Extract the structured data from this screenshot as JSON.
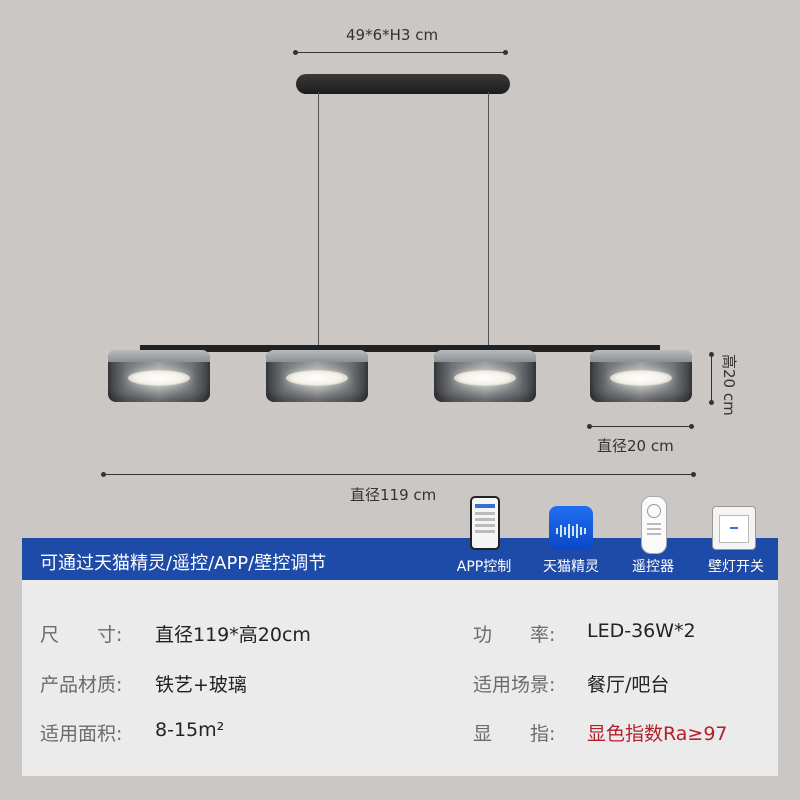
{
  "dimensions": {
    "canopy_size": "49*6*H3 cm",
    "height": "高20 cm",
    "shade_diameter": "直径20 cm",
    "total_diameter": "直径119 cm"
  },
  "banner": {
    "text": "可通过天猫精灵/遥控/APP/壁控调节"
  },
  "controls": [
    {
      "icon": "smartphone-app-icon",
      "label": "APP控制"
    },
    {
      "icon": "tmall-genie-icon",
      "label": "天猫精灵"
    },
    {
      "icon": "remote-control-icon",
      "label": "遥控器"
    },
    {
      "icon": "wall-switch-icon",
      "label": "壁灯开关"
    }
  ],
  "specs": [
    {
      "key": "尺　　寸:",
      "value": "直径119*高20cm"
    },
    {
      "key": "功　　率:",
      "value": "LED-36W*2"
    },
    {
      "key": "产品材质:",
      "value": "铁艺+玻璃"
    },
    {
      "key": "适用场景:",
      "value": "餐厅/吧台"
    },
    {
      "key": "适用面积:",
      "value": "8-15m²"
    },
    {
      "key": "显　　指:",
      "value": "显色指数Ra≥97"
    }
  ],
  "colors": {
    "background": "#cbc7c4",
    "banner": "#1e4ba8",
    "panel": "#ebebeb",
    "highlight": "#b3202a"
  }
}
